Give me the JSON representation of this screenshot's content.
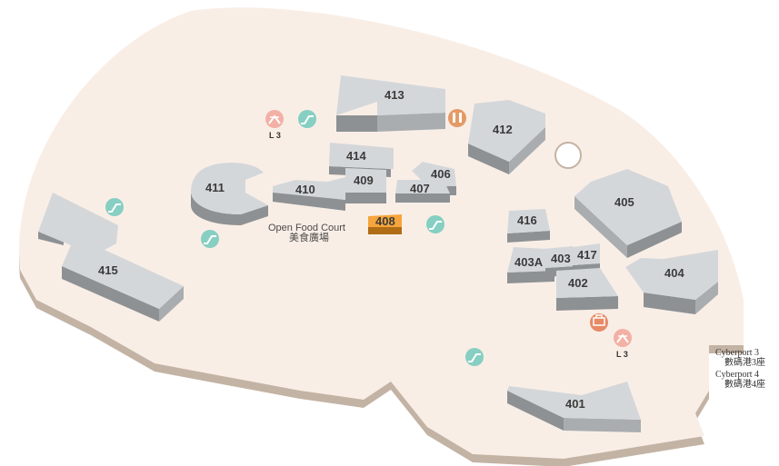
{
  "map": {
    "colors": {
      "floor": "#f9eee6",
      "floor_edge": "#c3b3a4",
      "shop": "#d4d7da",
      "shop_highlight": "#f5a53b",
      "escalator": "#86cfc2",
      "lift": "#f3b0a5",
      "restroom": "#e49a65",
      "service": "#e88a66"
    },
    "units": {
      "u413": "413",
      "u412": "412",
      "u414": "414",
      "u409": "409",
      "u410": "410",
      "u411": "411",
      "u406": "406",
      "u407": "407",
      "u408": "408",
      "u405": "405",
      "u416": "416",
      "u403a": "403A",
      "u403": "403",
      "u417": "417",
      "u402": "402",
      "u404": "404",
      "u415": "415",
      "u401": "401"
    },
    "highlighted_unit": "408",
    "food_court": {
      "en": "Open Food Court",
      "zh": "美食廣場"
    },
    "levels": {
      "top": "L 3",
      "right": "L 3"
    },
    "exits": {
      "cp3_en": "Cyberport 3",
      "cp3_zh": "數碼港3座",
      "cp4_en": "Cyberport 4",
      "cp4_zh": "數碼港4座"
    },
    "icons": {
      "lift": "lift-icon",
      "escalator": "escalator-icon",
      "restroom": "restroom-icon",
      "service": "service-counter-icon"
    }
  }
}
